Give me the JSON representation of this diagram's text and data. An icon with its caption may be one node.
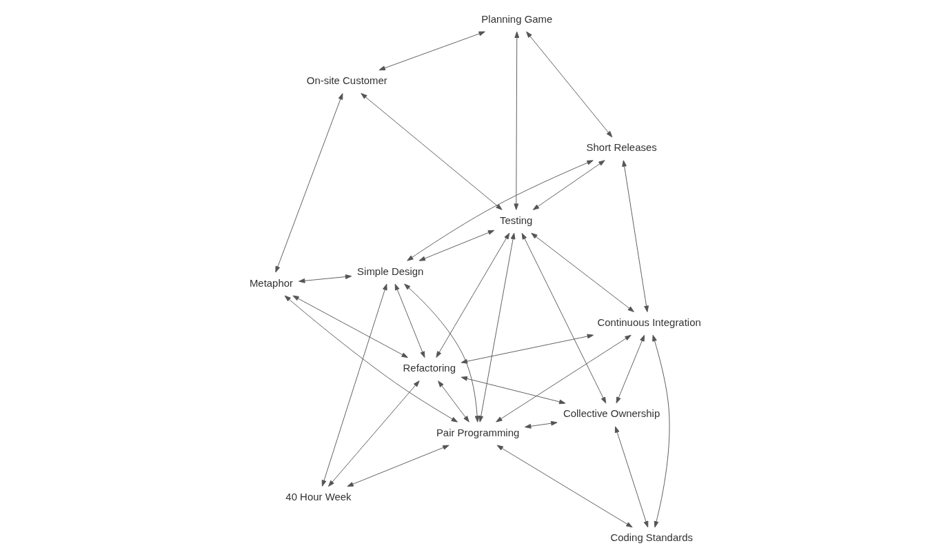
{
  "diagram": {
    "nodes": [
      {
        "text": [
          "On-site Customer"
        ]
      },
      {
        "text": [
          "Planning Game"
        ]
      },
      {
        "text": [
          "40 Hour Week"
        ]
      },
      {
        "text": [
          "Metaphor"
        ]
      },
      {
        "text": [
          "Refactoring"
        ]
      },
      {
        "text": [
          "Simple Design"
        ]
      },
      {
        "text": [
          "Testing"
        ]
      },
      {
        "text": [
          "Short Releases"
        ]
      },
      {
        "text": [
          "Pair Programming"
        ]
      },
      {
        "text": [
          "Coding Standards"
        ]
      },
      {
        "text": [
          "Collective Ownership"
        ]
      },
      {
        "text": [
          "Continuous Integration"
        ]
      }
    ],
    "edges": [
      {
        "from": 0,
        "to": 1,
        "arrow": "both"
      },
      {
        "from": 0,
        "to": 3,
        "arrow": "both"
      },
      {
        "from": 0,
        "to": 6,
        "arrow": "both"
      },
      {
        "from": 3,
        "to": 5,
        "arrow": "both"
      },
      {
        "from": 3,
        "to": 4,
        "arrow": "both"
      },
      {
        "from": 3,
        "to": 8,
        "arrow": "both"
      },
      {
        "from": 2,
        "to": 4,
        "arrow": "both"
      },
      {
        "from": 2,
        "to": 8,
        "arrow": "both"
      },
      {
        "from": 2,
        "to": 5,
        "arrow": "both"
      },
      {
        "from": 4,
        "to": 5,
        "arrow": "both"
      },
      {
        "from": 4,
        "to": 8,
        "arrow": "both"
      },
      {
        "from": 4,
        "to": 6,
        "arrow": "both"
      },
      {
        "from": 4,
        "to": 11,
        "arrow": "both"
      },
      {
        "from": 4,
        "to": 10,
        "arrow": "both"
      },
      {
        "from": 5,
        "to": 6,
        "arrow": "both"
      },
      {
        "from": 5,
        "to": 8,
        "arrow": "both"
      },
      {
        "from": 5,
        "to": 7,
        "arrow": "both"
      },
      {
        "from": 1,
        "to": 6,
        "arrow": "both"
      },
      {
        "from": 1,
        "to": 7,
        "arrow": "both"
      },
      {
        "from": 6,
        "to": 7,
        "arrow": "both"
      },
      {
        "from": 8,
        "to": 6,
        "arrow": "both"
      },
      {
        "from": 6,
        "to": 11,
        "arrow": "both"
      },
      {
        "from": 6,
        "to": 10,
        "arrow": "both"
      },
      {
        "from": 8,
        "to": 9,
        "arrow": "both"
      },
      {
        "from": 8,
        "to": 10,
        "arrow": "both"
      },
      {
        "from": 8,
        "to": 11,
        "arrow": "both"
      },
      {
        "from": 9,
        "to": 10,
        "arrow": "both"
      },
      {
        "from": 9,
        "to": 11,
        "arrow": "both"
      },
      {
        "from": 10,
        "to": 11,
        "arrow": "both"
      },
      {
        "from": 7,
        "to": 11,
        "arrow": "both"
      }
    ]
  }
}
